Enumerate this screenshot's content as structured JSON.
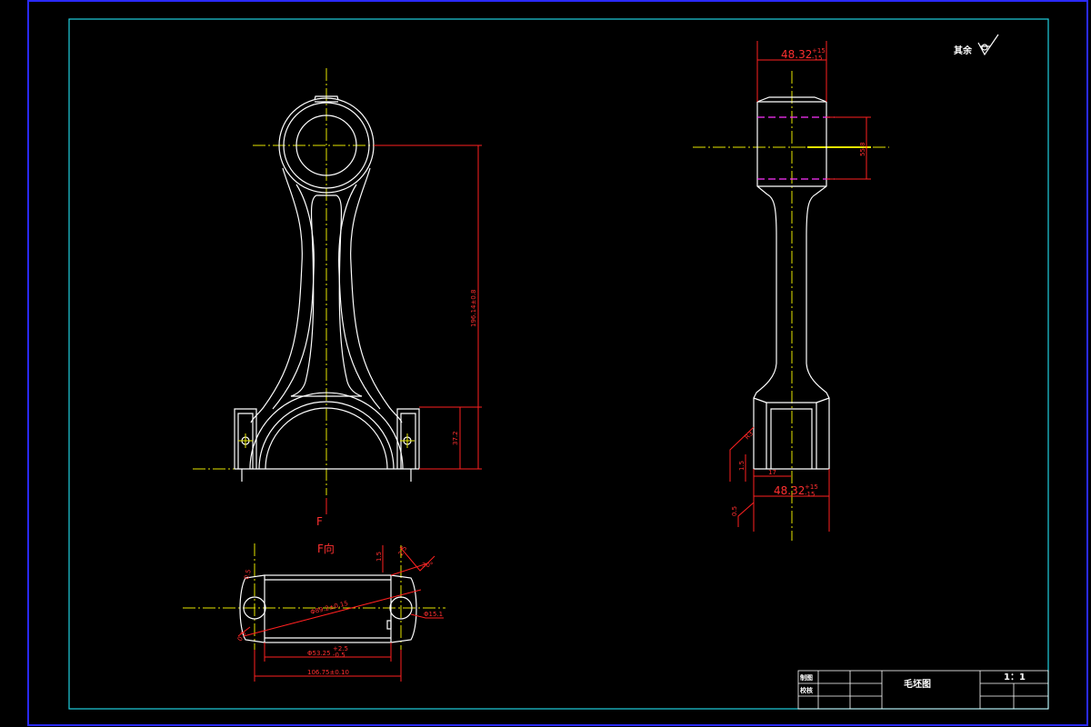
{
  "view_marks": {
    "section_letter": "F",
    "view_label": "F向"
  },
  "roughness_note": "其余",
  "front_view": {
    "dim_center_distance": "196.14±0.8",
    "dim_boss_height": "37.2"
  },
  "side_view": {
    "dim_top_width": {
      "base": "48.32",
      "upper": "+15",
      "lower": "-15"
    },
    "dim_bore": "55.8",
    "dim_bottom_width": {
      "base": "48.32",
      "upper": "+15",
      "lower": "-15"
    },
    "dim_chamfer": "0.5",
    "dim_step": "1.5",
    "dim_offset": "17",
    "dim_r": "R3",
    "dim_bottom_note": "0.5"
  },
  "f_view": {
    "dim_diagonal": "Φ89.2±0.15",
    "dim_bore": "Φ53.25",
    "dim_bore_tol_upper": "+2.5",
    "dim_bore_tol_lower": "-0.5",
    "dim_overall": "106.75±0.10",
    "dim_angle": "30°",
    "dim_hole": "Φ15.1",
    "dim_chamfer_left": "0.5",
    "dim_left_small": "0.5",
    "dim_right_small": "1.5",
    "dim_small_2": "2.5"
  },
  "title_block": {
    "row1_label": "制图",
    "row2_label": "校核",
    "title": "毛坯图",
    "scale": "1：1"
  },
  "colors": {
    "geometry": "#ffffff",
    "center_lines": "#e6e600",
    "dimensions": "#ff2020",
    "hidden_magenta": "#ff33ff",
    "inner_frame": "#20d0e0",
    "outer_frame": "#2a2aff",
    "background": "#000000"
  }
}
